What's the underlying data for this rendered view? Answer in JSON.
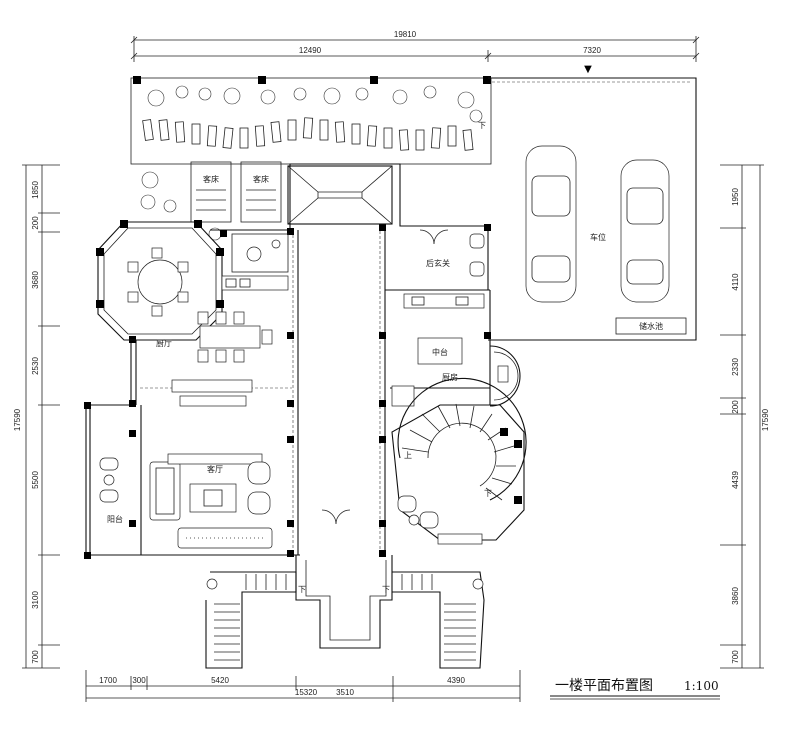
{
  "title": "一楼平面布置图",
  "scale": "1:100",
  "dims_top": {
    "overall": "19810",
    "left": "12490",
    "right": "7320"
  },
  "dims_bottom": {
    "seg1": "1700",
    "seg2": "300",
    "seg3": "5420",
    "seg4": "15320",
    "seg5": "3510",
    "seg6": "4390"
  },
  "dims_left": {
    "overall": "17590",
    "segments": [
      "1850",
      "200",
      "3680",
      "2530",
      "5500",
      "3100",
      "700"
    ]
  },
  "dims_right": {
    "overall": "17590",
    "segments": [
      "1950",
      "4110",
      "2330",
      "200",
      "4439",
      "3860",
      "700"
    ]
  },
  "rooms": {
    "garage": "车位",
    "storage": "储水池",
    "back_entry": "后玄关",
    "kitchen": "厨房",
    "island": "中台",
    "dining": "厨厅",
    "living": "客厅",
    "balcony": "阳台",
    "bed_a": "客床",
    "bed_b": "客床"
  },
  "stair_marks": {
    "up_a": "上",
    "down_a": "下",
    "down_b": "下",
    "down_c": "下",
    "down_d": "下"
  }
}
